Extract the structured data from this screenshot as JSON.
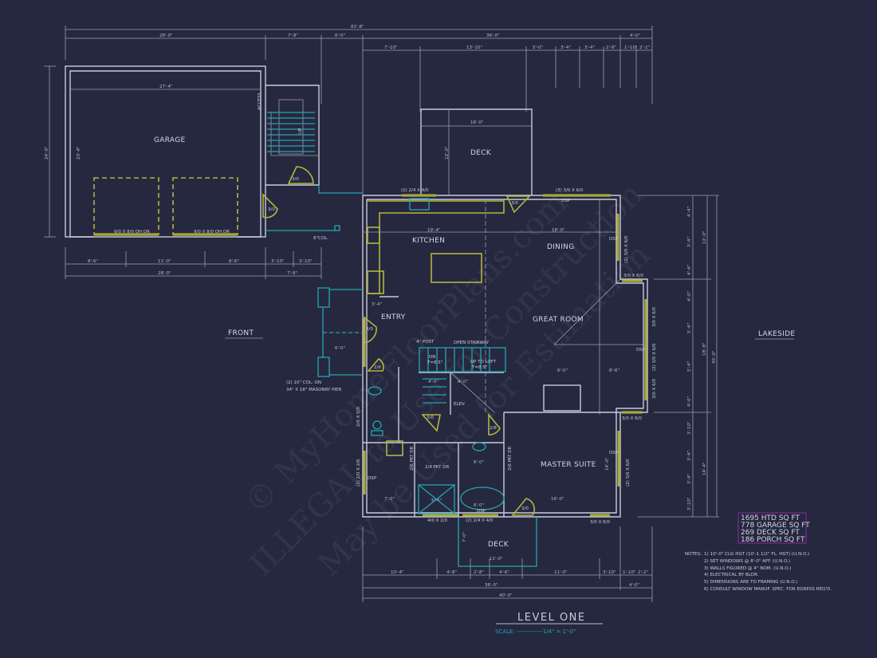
{
  "watermark": [
    "© MyHomeFloorPlans.com",
    "ILLEGAL to Use for Construction",
    "May be Used for Estimation"
  ],
  "colors": {
    "background": "#262840",
    "walls": "#c9cbd9",
    "windows_doors": "#b5b53e",
    "fixtures": "#22a6ae",
    "stats_box": "#8a2aa0"
  },
  "rooms": {
    "garage": "GARAGE",
    "deck_top": "DECK",
    "kitchen": "KITCHEN",
    "dining": "DINING",
    "great_room": "GREAT ROOM",
    "entry": "ENTRY",
    "master_suite": "MASTER SUITE",
    "deck_bottom": "DECK",
    "elev": "ELEV."
  },
  "orientation": {
    "front": "FRONT",
    "lakeside": "LAKESIDE"
  },
  "annotations": {
    "access": "ACCESS",
    "garage_door_1": "9/0 X 8/0 OH DR",
    "garage_door_2": "9/0 X 8/0 OH DR",
    "col": "8\"COL.",
    "column_note_1": "(2) 10\" COL. ON",
    "column_note_2": "34\" X 18\" MASONRY PIER",
    "post": "4\" POST",
    "open_stairway": "OPEN STAIRWAY",
    "dn": "DN",
    "dn_t": "T=8.5\"",
    "up_loft": "UP TO LOFT",
    "up_t": "T=8.5\"",
    "up": "UP",
    "window_kitchen": "(2) 2/4 X 4/0",
    "window_dining": "(3) 3/0 X 6/0",
    "window_dining_side": "(2) 3/0 X 6/0",
    "window_great_1": "3/0 X 6/0",
    "window_great_2": "3/0 X 6/0",
    "window_great_3": "(2) 3/0 X 6/0",
    "window_great_4": "3/0 X 6/0",
    "window_master_1": "3/0 X 6/0",
    "window_master_side": "(2) 3/0 X 6/0",
    "window_master_2": "3/0 X 6/0",
    "window_bath": "(2) 2/4 X 4/0",
    "window_shower": "4/0 X 2/0",
    "window_closet": "(2) 2/0 X 2/6",
    "window_wc": "2/0 X 5/0",
    "pkt_dr_1": "2/4 PKT DR",
    "pkt_dr_2": "2/6 PKT DR",
    "pkt_dr_3": "2/6 PKT DR",
    "dsp": "DSP",
    "door_30": "3/0",
    "door_26": "2/6",
    "door_28": "2/8"
  },
  "dimensions": {
    "top_overall": "81'-8\"",
    "top_row": [
      "28'-0\"",
      "7'-8\"",
      "6'-0\"",
      "36'-0\"",
      "4'-0\""
    ],
    "top_detail": [
      "7'-10\"",
      "13'-10\"",
      "5'-0\"",
      "3'-4\"",
      "3'-4\"",
      "2'-8\"",
      "1'-10\"",
      "2'-2\""
    ],
    "garage_bottom": [
      "8'-6\"",
      "11'-0\"",
      "8'-6\"",
      "3'-10\"",
      "3'-10\""
    ],
    "garage_total": [
      "28'-0\"",
      "7'-8\""
    ],
    "bottom_detail": [
      "10'-4\"",
      "4'-8\"",
      "2'-8\"",
      "4'-6\"",
      "11'-0\"",
      "3'-10\"",
      "1'-10\"",
      "2'-2\""
    ],
    "bottom_row": [
      "36'-0\"",
      "4'-0\""
    ],
    "bottom_overall": "40'-0\"",
    "right_detail": [
      "4'-4\"",
      "3'-4\"",
      "4'-4\"",
      "4'-0\"",
      "5'-4\"",
      "5'-4\"",
      "4'-0\"",
      "3'-10\"",
      "3'-4\"",
      "3'-4\"",
      "3'-10\""
    ],
    "right_mid": [
      "12'-0\"",
      "18'-8\"",
      "14'-4\""
    ],
    "right_total": "45'-0\"",
    "garage_left": "24'-0\"",
    "interior": {
      "garage_width": "27'-4\"",
      "garage_depth": "23'-4\"",
      "deck_top": "16'-0\"",
      "deck_top_depth": "12'-0\"",
      "kitchen_w": "19'-4\"",
      "dining_w": "18'-0\"",
      "great_a": "6'-0\"",
      "great_b": "8'-6\"",
      "master_w": "16'-0\"",
      "master_d": "14'-0\"",
      "deck_bottom": "11'-0\"",
      "deck_bottom_d": "7'-0\"",
      "entry_a": "3'-4\"",
      "entry_b": "6'-0\"",
      "bath": "6'-0\"",
      "tub": "6'-0\"",
      "shower": "5'-4\"",
      "closet": "7'-0\"",
      "stair_a": "4'-0\"",
      "stair_b": "4'-0\""
    }
  },
  "stats": [
    "1695 HTD SQ FT",
    "778 GARAGE SQ FT",
    "269 DECK SQ FT",
    "186 PORCH SQ FT"
  ],
  "notes": {
    "label": "NOTES:",
    "items": [
      "1) 10'-0\" CLG HGT (10'-1 1/2\" FL. HGT) (U.N.O.)",
      "2) SET WINDOWS @ 8'-0\" AFF. (U.N.O.)",
      "3) WALLS FIGURED @ 4\" NOM. (U.N.O.)",
      "4) ELECTRICAL BY BLDR.",
      "5) DIMENSIONS ARE TO FRAMING (U.N.O.)",
      "6) CONSULT WINDOW MANUF. SPEC. FOR EGRESS REQ'D."
    ]
  },
  "title": {
    "name": "LEVEL ONE",
    "scale": "SCALE: -------------1/4\" = 1'-0\""
  }
}
